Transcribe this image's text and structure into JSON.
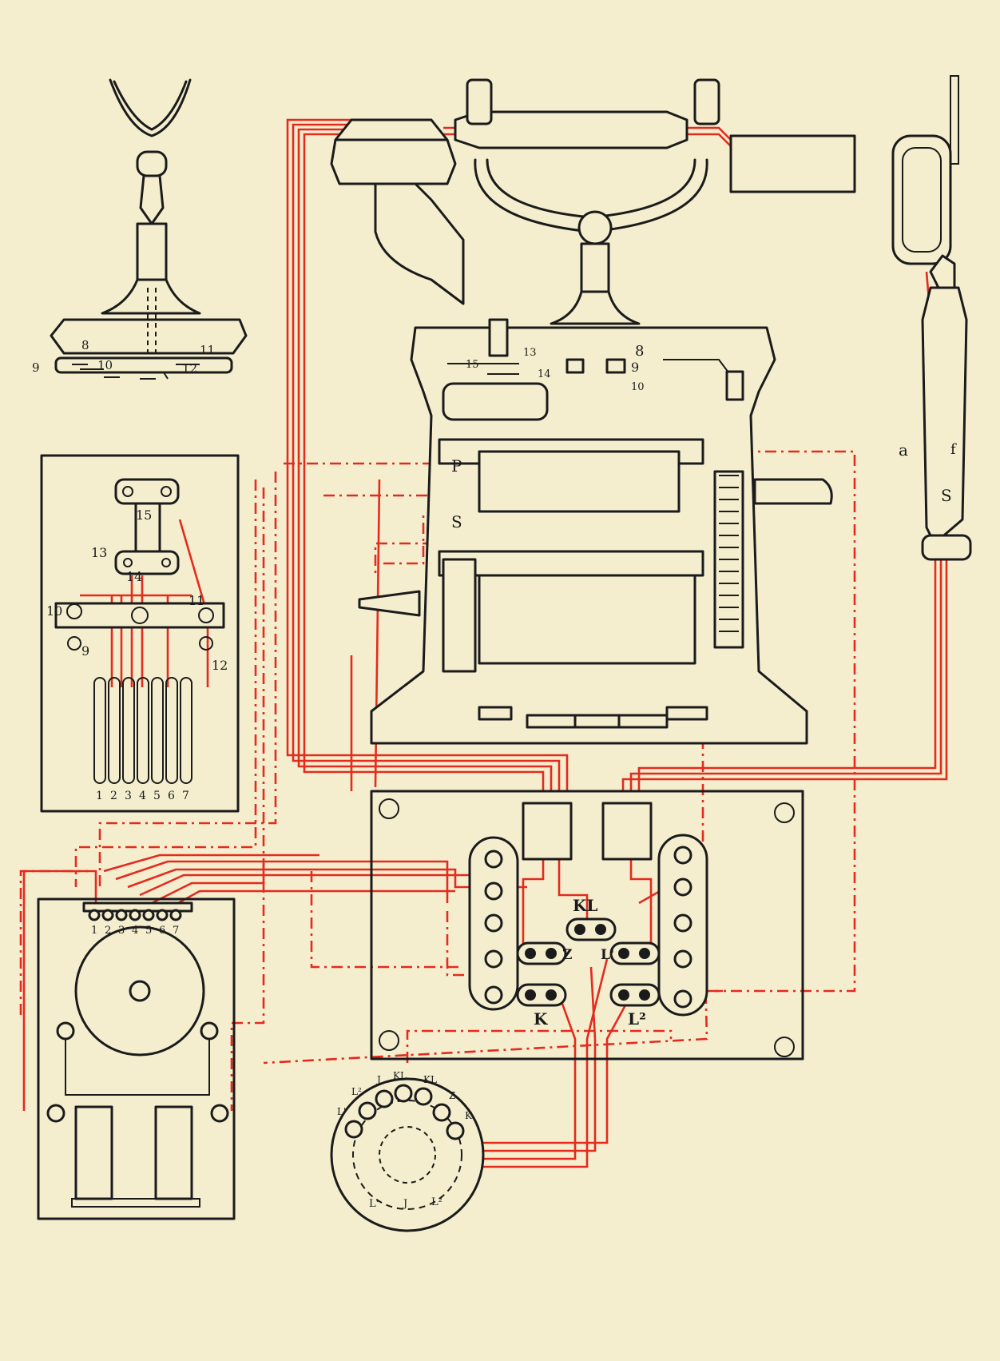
{
  "colors": {
    "paper": "#f4eecf",
    "ink": "#1b1b1b",
    "wiring": "#e52a1e"
  },
  "diagram": {
    "cradle_contacts": [
      "8",
      "9",
      "10",
      "11",
      "12"
    ],
    "switch_contacts": [
      "15",
      "13",
      "14",
      "10",
      "9",
      "11",
      "12"
    ],
    "switch_springs": [
      "1",
      "2",
      "3",
      "4",
      "5",
      "6",
      "7"
    ],
    "phone_base": {
      "contacts_left": [
        "15",
        "13",
        "14"
      ],
      "contacts_right": [
        "8",
        "9",
        "10"
      ],
      "coil_p": "P",
      "coil_s": "S"
    },
    "handset_labels": [
      "a",
      "f",
      "S"
    ],
    "terminal_board": {
      "kl": "KL",
      "z": "Z",
      "l1": "L'",
      "k": "K",
      "l2": "L²"
    },
    "bell_terminals": [
      "1",
      "2",
      "3",
      "4",
      "5",
      "6",
      "7"
    ],
    "rosette_labels": [
      "L'",
      "L²",
      "J",
      "KL",
      "KL",
      "Z",
      "K"
    ],
    "rosette_inner": [
      "L'",
      "J",
      "L²"
    ]
  }
}
